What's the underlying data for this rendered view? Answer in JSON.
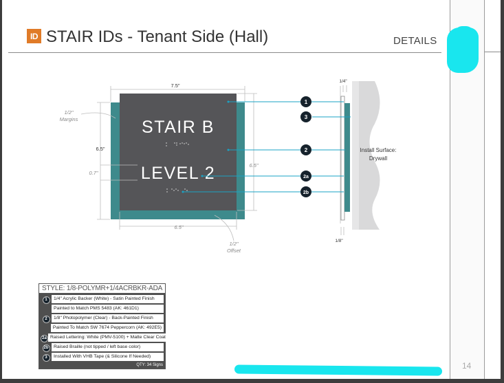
{
  "header": {
    "badge": "ID",
    "title": "STAIR IDs - Tenant Side (Hall)",
    "details": "DETAILS"
  },
  "sign": {
    "line1": "STAIR B",
    "line2": "LEVEL 2",
    "panel_color": "#555558",
    "backer_color": "#3e8a8c"
  },
  "dimensions": {
    "width_top": "7.5\"",
    "height_left": "6.5\"",
    "margins": [
      "1/2\"",
      "Margins"
    ],
    "lettering_height": "0.7\"",
    "panel_height_right": "6.5\"",
    "panel_width_bottom": "6.5\"",
    "offset": [
      "1/2\"",
      "Offset"
    ],
    "thickness_top": "1/4\"",
    "thickness_bottom": "1/8\""
  },
  "install_surface": [
    "Install Surface:",
    "Drywall"
  ],
  "callouts": [
    "1",
    "3",
    "2",
    "2a",
    "2b"
  ],
  "style_table": {
    "title": "STYLE: 1/8-POLYMR+1/4ACRBKR-ADA",
    "rows": [
      {
        "num": "1",
        "text": "1/4\" Acrylic Backer (White) - Satin Painted Finish"
      },
      {
        "num": "",
        "text": "Painted to Match PMS 5483 (AK: 461D1)"
      },
      {
        "num": "2",
        "text": "1/8\" Photopolymer (Clear) - Back-Painted Finish"
      },
      {
        "num": "",
        "text": "Painted To Match SW 7674 Peppercorn (AK: 492E5)"
      },
      {
        "num": "2a",
        "text": "Raised Lettering: White (PMV-5100) + Matte Clear Coat"
      },
      {
        "num": "2b",
        "text": "Raised Braille (not tipped / left base color)"
      },
      {
        "num": "3",
        "text": "Installed With VHB Tape (& Silicone If Needed)"
      }
    ],
    "qty": "QTY: 34 Signs"
  },
  "page_number": "14",
  "accent_colors": {
    "badge": "#e07b28",
    "callout_line": "#1aa3c4",
    "redaction": "#19e6ee"
  }
}
